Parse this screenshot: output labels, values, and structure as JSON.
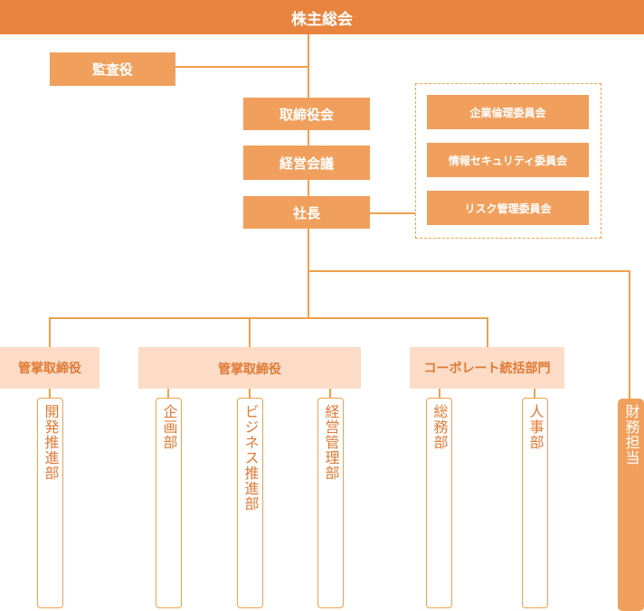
{
  "top": "株主総会",
  "auditor": "監査役",
  "board": "取締役会",
  "mgmt_meeting": "経営会議",
  "president": "社長",
  "committees": [
    "企業倫理委員会",
    "情報セキュリティ委員会",
    "リスク管理委員会"
  ],
  "directors": [
    "管掌取締役",
    "管掌取締役",
    "コーポレート統括部門"
  ],
  "departments": [
    "開発推進部",
    "企画部",
    "ビジネス推進部",
    "経営管理部",
    "総務部",
    "人事部"
  ],
  "finance": "財務担当",
  "colors": {
    "primary": "#e8843f",
    "box": "#f0a05c",
    "light": "#fcdcc6",
    "line": "#f0a04b",
    "text_accent": "#e07a35"
  }
}
